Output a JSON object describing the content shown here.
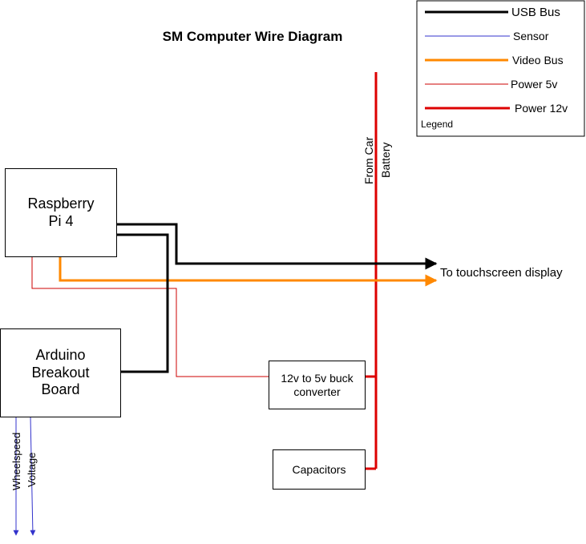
{
  "title": "SM Computer Wire Diagram",
  "legend": {
    "title": "Legend",
    "items": [
      {
        "label": "USB Bus",
        "color": "#000000",
        "style": "thick"
      },
      {
        "label": "Sensor",
        "color": "#3333cc",
        "style": "thin"
      },
      {
        "label": "Video Bus",
        "color": "#ff8800",
        "style": "thick"
      },
      {
        "label": "Power 5v",
        "color": "#cc0000",
        "style": "thin"
      },
      {
        "label": "Power 12v",
        "color": "#dd0000",
        "style": "thick"
      }
    ]
  },
  "nodes": {
    "raspberry_pi": "Raspberry\nPi 4",
    "arduino": "Arduino\nBreakout\nBoard",
    "buck_converter": "12v to 5v buck\nconverter",
    "capacitors": "Capacitors"
  },
  "labels": {
    "battery_line1": "From Car",
    "battery_line2": "Battery",
    "touchscreen": "To touchscreen display",
    "wheelspeed": "Wheelspeed",
    "voltage": "Voltage"
  }
}
